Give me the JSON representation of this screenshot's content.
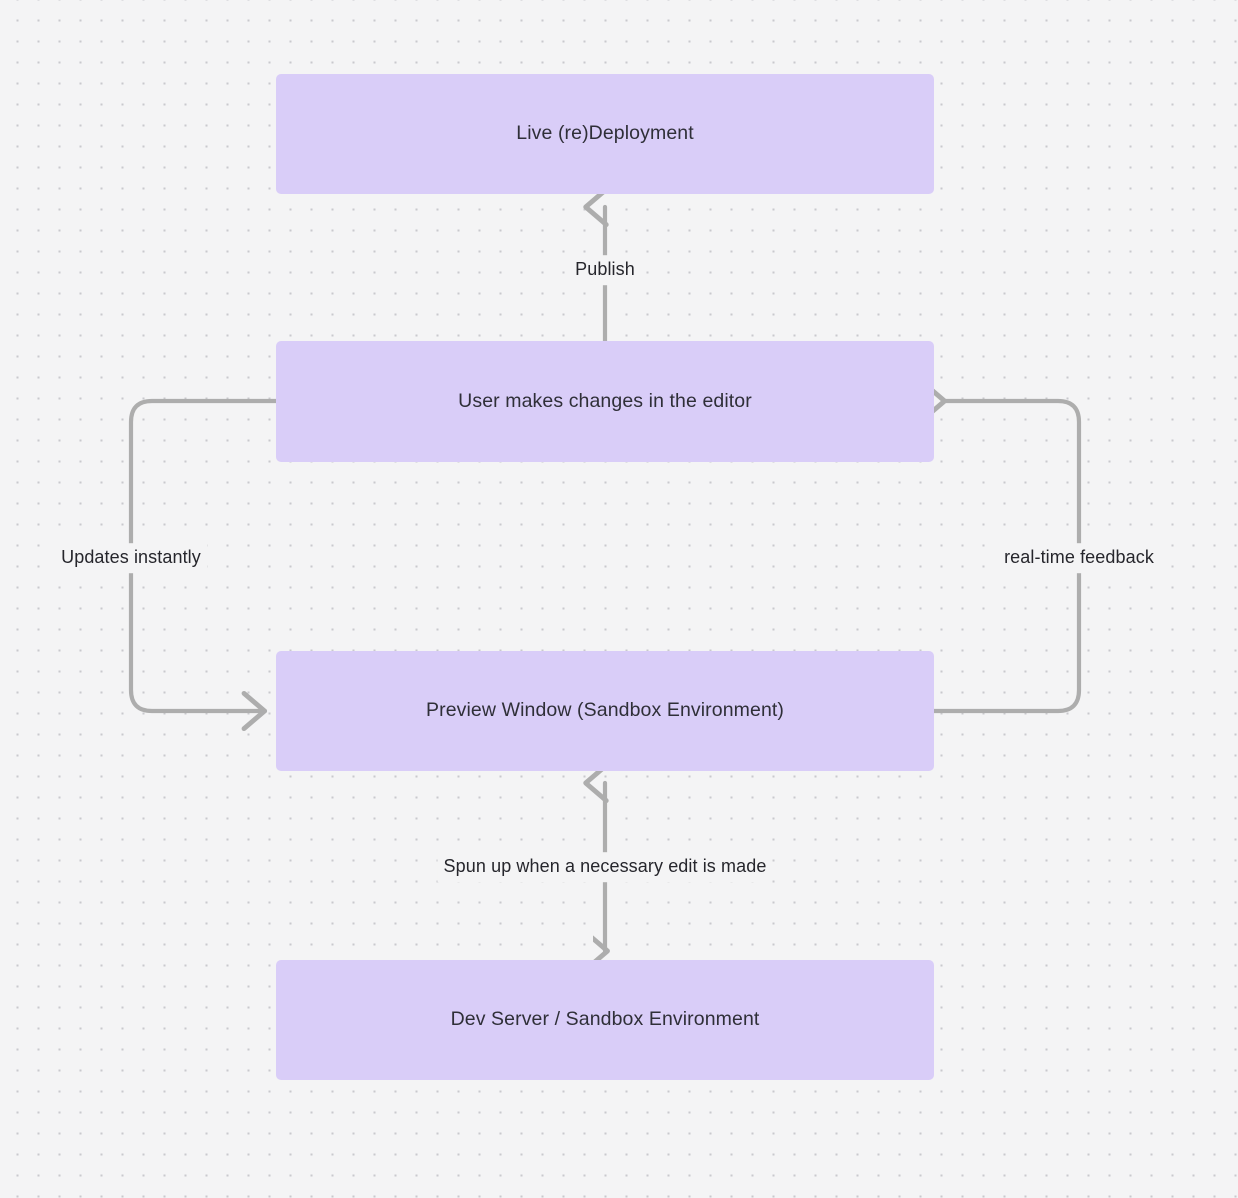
{
  "canvas": {
    "background_color": "#f4f4f5",
    "dot_color": "#c9c9cd",
    "node_fill": "#d9cdf8",
    "node_text_color": "#2f2f38",
    "edge_color": "#adadad",
    "label_text_color": "#26262c"
  },
  "nodes": [
    {
      "id": "live-deployment",
      "label": "Live (re)Deployment"
    },
    {
      "id": "user-edits",
      "label": "User makes changes in the editor"
    },
    {
      "id": "preview-window",
      "label": "Preview Window (Sandbox Environment)"
    },
    {
      "id": "dev-server",
      "label": "Dev Server / Sandbox Environment"
    }
  ],
  "edges": [
    {
      "id": "publish",
      "label": "Publish",
      "from": "user-edits",
      "to": "live-deployment"
    },
    {
      "id": "updates-instantly",
      "label": "Updates instantly",
      "from": "user-edits",
      "to": "preview-window"
    },
    {
      "id": "real-time-feedback",
      "label": "real-time feedback",
      "from": "preview-window",
      "to": "user-edits"
    },
    {
      "id": "spun-up",
      "label": "Spun up when a necessary edit is made",
      "from": "preview-window",
      "to": "dev-server"
    }
  ]
}
